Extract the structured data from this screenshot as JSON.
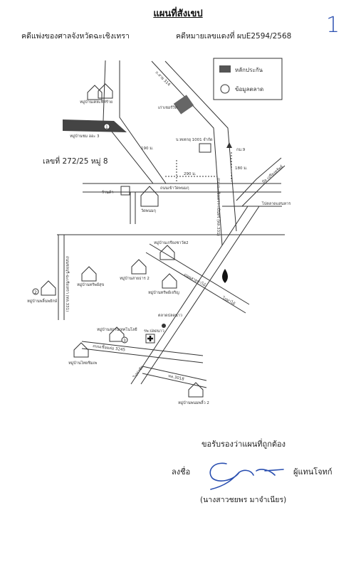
{
  "header": {
    "title": "แผนที่สังเขป",
    "page_number": "1",
    "court_line": "คดีแพ่งของศาลจังหวัดฉะเชิงเทรา",
    "case_line": "คดีหมายเลขแดงที่ ผบE2594/2568"
  },
  "legend": {
    "collateral_label": "หลักประกัน",
    "market_label": "ข้อมูลตลาด"
  },
  "map": {
    "plot_number": "เลขที่ 272/25 หมู่ 8",
    "labels": {
      "road_top": "ถ.สาย 314",
      "village_top": "หมู่บ้านเคหะทิศร้าย",
      "village_plot": "หมู่บ้านชม ออะ 3",
      "old_factory": "เก่าเชอร์วิท",
      "company": "บ.ทเทกยุ 1001 จำกัด",
      "temple_top": "กม.9",
      "dist_190": "190 ม.",
      "dist_290": "290 ม.",
      "dist_180": "180 ม.",
      "road_mid": "ถนนเข้าวัดพนมกุ",
      "shop": "ร้านค้า",
      "temple": "วัดพนมกุ",
      "bridge": "ป้อ เปรียงทรัพย์",
      "market_road": "ไปตลาดแสนหาร",
      "highway_main": "ถนนฉะเชิงเทรา-กบินทร์ (ทล.331)",
      "village_a": "หมู่บ้านเกรียงชาวัต2",
      "village_b": "หมู่บ้านสายธาร 2",
      "village_c": "หมู่บ้านทรัพย์เจริญ",
      "village_d": "หมู่บ้านทรัพย์สุข",
      "village_e": "หมู่บ้านพลิ้นพยักษ์",
      "road_left": "ถนนชลบุรี-ฉะเชิงเทรา (ทล.331)",
      "road_diag": "ถนนสายท่าไม้",
      "road_diag2": "ไปท่าไม้",
      "market": "ตลาดปลดนาว",
      "clinic": "รพ.ปลดนาว",
      "village_f": "หมู่บ้านสถานเทคโนโลยี",
      "village_g": "หมู่บ้านไทยชิมเพ",
      "road_bottom": "ถนนเชื่อมต่อ 3245",
      "road_bottom2": "ทล.3018",
      "go_road": "ไปท่าชัย",
      "village_h": "หมู่บ้านพนมพลิ้ว 2",
      "marker_1": "1",
      "marker_2": "2",
      "marker_3": "3"
    }
  },
  "footer": {
    "certify": "ขอรับรองว่าแผนที่ถูกต้อง",
    "sign_label": "ลงชื่อ",
    "owner_label": "ผู้แทนโจทก์",
    "signer_name": "(นางสาวชยพร  มาจำเนียร)"
  }
}
